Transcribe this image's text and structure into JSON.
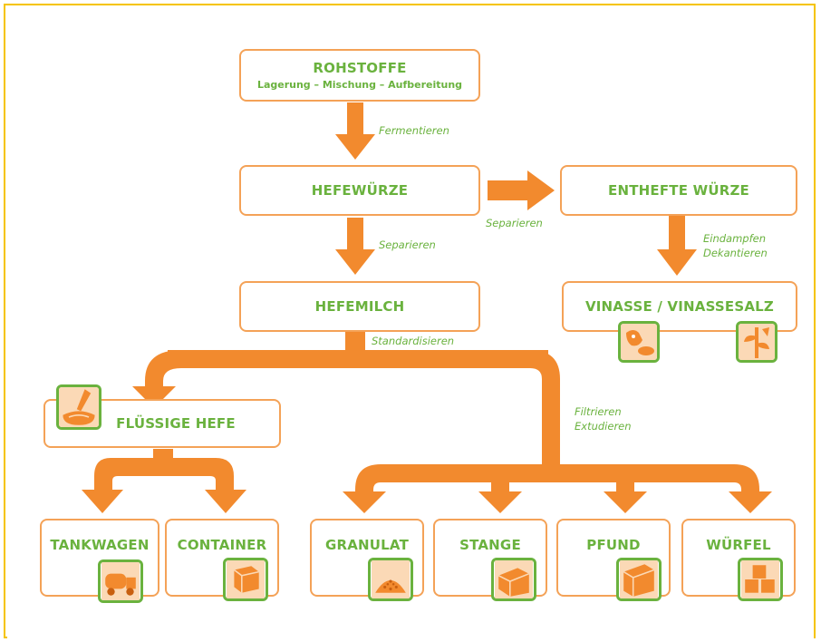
{
  "colors": {
    "accent": "#f28a2e",
    "text": "#6ab23e",
    "border": "#f4a257",
    "frame": "#f5c400"
  },
  "nodes": {
    "rohstoffe": {
      "title": "ROHSTOFFE",
      "sub": "Lagerung – Mischung – Aufbereitung"
    },
    "hefewuerze": {
      "title": "HEFEWÜRZE"
    },
    "enthefte": {
      "title": "ENTHEFTE WÜRZE"
    },
    "hefemilch": {
      "title": "HEFEMILCH"
    },
    "vinasse": {
      "title": "VINASSE / VINASSESALZ"
    },
    "fluessige": {
      "title": "FLÜSSIGE HEFE"
    },
    "tankwagen": {
      "title": "TANKWAGEN"
    },
    "container": {
      "title": "CONTAINER"
    },
    "granulat": {
      "title": "GRANULAT"
    },
    "stange": {
      "title": "STANGE"
    },
    "pfund": {
      "title": "PFUND"
    },
    "wuerfel": {
      "title": "WÜRFEL"
    }
  },
  "edges": {
    "fermentieren": "Fermentieren",
    "separieren_side": "Separieren",
    "separieren_down": "Separieren",
    "eindampfen": "Eindampfen",
    "dekantieren": "Dekantieren",
    "standardisieren": "Standardisieren",
    "filtrieren": "Filtrieren",
    "extudieren": "Extudieren"
  },
  "icons": [
    "pour-icon",
    "cow-feed-icon",
    "plant-icon",
    "tanker-truck-icon",
    "container-icon",
    "granules-icon",
    "bar-icon",
    "block-icon",
    "cubes-icon"
  ]
}
